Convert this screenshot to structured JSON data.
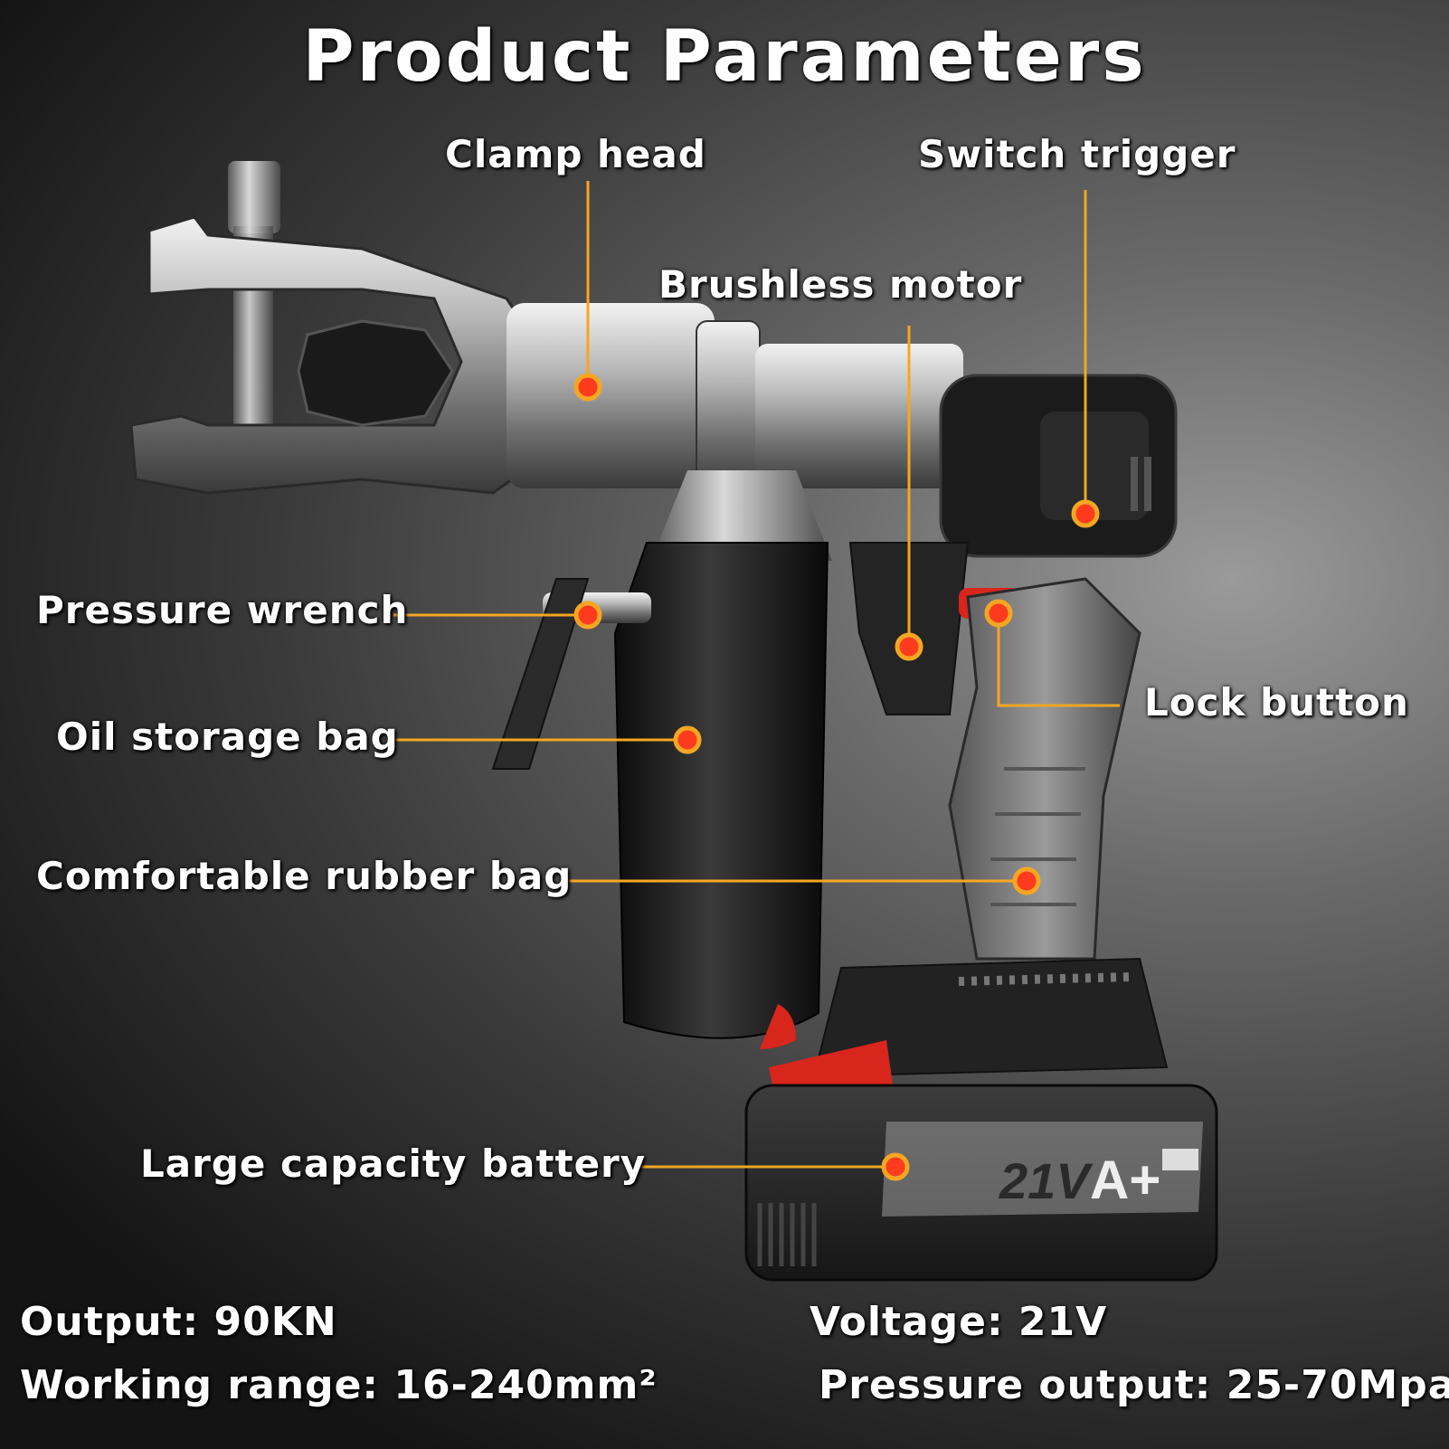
{
  "title": "Product Parameters",
  "callouts": {
    "clamp_head": "Clamp head",
    "switch_trigger": "Switch trigger",
    "brushless_motor": "Brushless motor",
    "pressure_wrench": "Pressure wrench",
    "lock_button": "Lock button",
    "oil_storage_bag": "Oil storage bag",
    "comfortable_rubber_bag": "Comfortable rubber bag",
    "large_capacity_battery": "Large capacity battery"
  },
  "specs": {
    "output": "Output: 90KN",
    "voltage": "Voltage: 21V",
    "working_range": "Working range: 16-240mm²",
    "pressure_output": "Pressure output: 25-70Mpa"
  },
  "battery": {
    "voltage_mark": "21V",
    "grade_mark": "A+"
  },
  "colors": {
    "callout_line": "#f5a623",
    "callout_dot": "#ff3b1f",
    "accent_red": "#d8261c"
  }
}
